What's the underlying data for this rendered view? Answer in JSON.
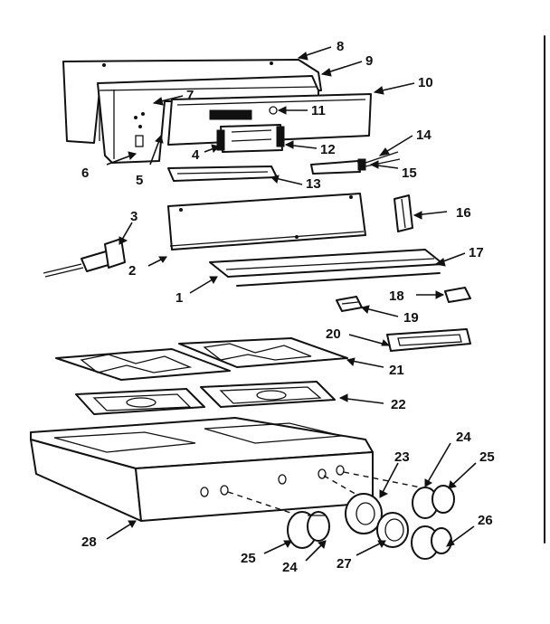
{
  "callouts": {
    "c1": "1",
    "c2": "2",
    "c3": "3",
    "c4": "4",
    "c5": "5",
    "c6": "6",
    "c7": "7",
    "c8": "8",
    "c9": "9",
    "c10": "10",
    "c11": "11",
    "c12": "12",
    "c13": "13",
    "c14": "14",
    "c15": "15",
    "c16": "16",
    "c17": "17",
    "c18": "18",
    "c19": "19",
    "c20": "20",
    "c21": "21",
    "c22": "22",
    "c23": "23",
    "c24a": "24",
    "c24b": "24",
    "c25a": "25",
    "c25b": "25",
    "c26": "26",
    "c27": "27",
    "c28": "28"
  }
}
